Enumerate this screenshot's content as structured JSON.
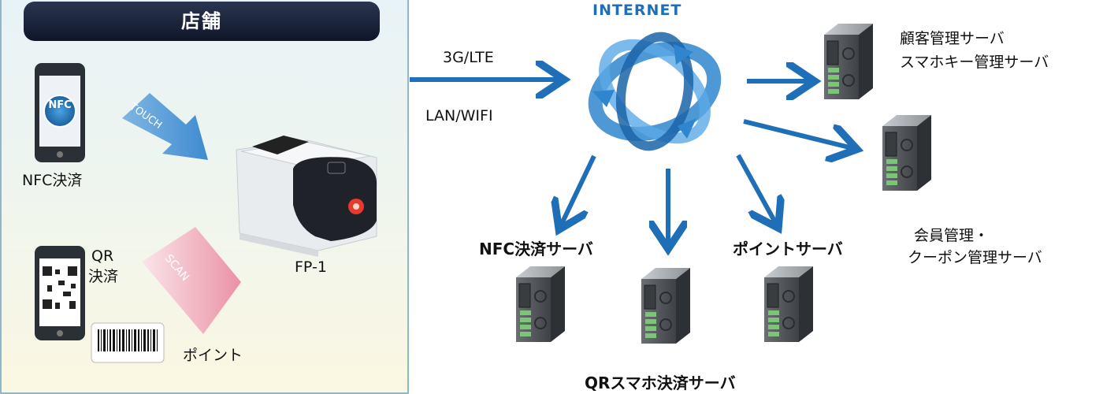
{
  "store": {
    "title": "店舗"
  },
  "devices": {
    "nfc_logo": "NFC",
    "nfc_label": "NFC決済",
    "qr_label_line1": "QR",
    "qr_label_line2": "決済",
    "point_card_label": "ポイント",
    "terminal_label": "FP-1",
    "touch_label": "TOUCH",
    "scan_label": "SCAN"
  },
  "network": {
    "internet_label": "INTERNET",
    "conn_3g": "3G/LTE",
    "conn_lan": "LAN/WIFI"
  },
  "servers": {
    "customer_line1": "顧客管理サーバ",
    "customer_line2": "スマホキー管理サーバ",
    "member_line1": "会員管理・",
    "member_line2": "クーポン管理サーバ",
    "nfc_payment": "NFC決済サーバ",
    "point": "ポイントサーバ",
    "qr_payment": "QRスマホ決済サーバ"
  },
  "colors": {
    "arrow_blue": "#1f6fb8",
    "touch_arrow": "#5b9fd6",
    "scan_pink": "#e8829a",
    "header_dark": "#121a2e"
  },
  "icons": [
    "smartphone-icon",
    "qr-code-icon",
    "barcode-card-icon",
    "payment-terminal-icon",
    "internet-swirl-icon",
    "server-rack-icon"
  ]
}
